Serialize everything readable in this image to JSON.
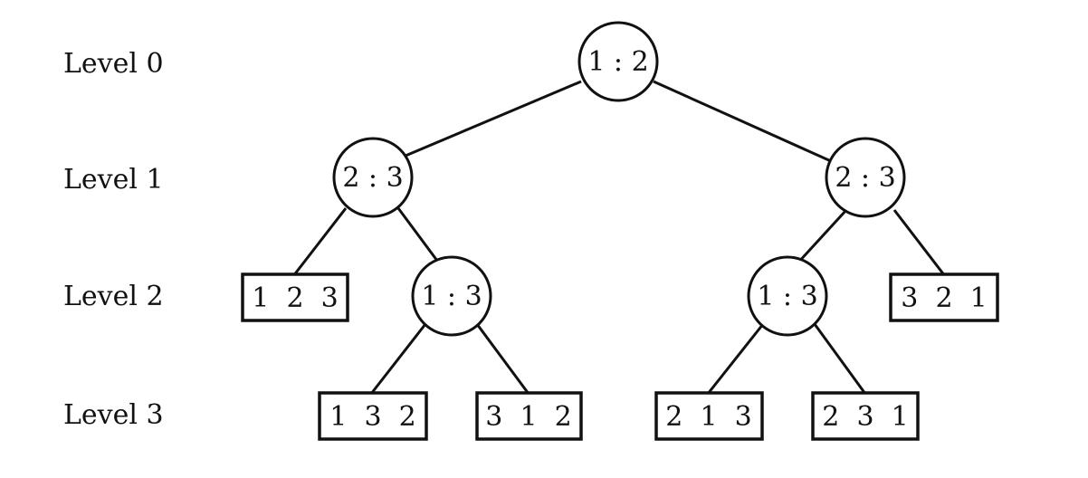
{
  "levels": [
    "Level 0",
    "Level 1",
    "Level 2",
    "Level 3"
  ],
  "nodes": {
    "root": "1 : 2",
    "left_l1": "2 : 3",
    "right_l1": "2 : 3",
    "leaf_123": "1  2  3",
    "left_l2": "1 : 3",
    "right_l2": "1 : 3",
    "leaf_321": "3  2  1",
    "leaf_132": "1  3  2",
    "leaf_312": "3  1  2",
    "leaf_213": "2  1  3",
    "leaf_231": "2  3  1"
  }
}
